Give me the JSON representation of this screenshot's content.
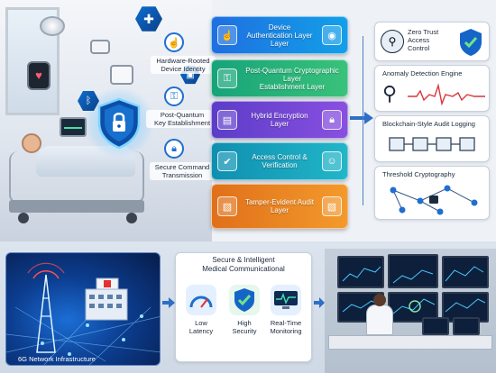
{
  "left_labels": {
    "hardware_rooted": "Hardware-Rooted\nDevice Identity",
    "pq_key": "Post-Quantum\nKey Establishment",
    "secure_command": "Secure Command\nTransmission"
  },
  "layers": [
    {
      "title": "Device\nAuthentication Layer\nLayer",
      "color": "#1f6fe0",
      "color2": "#12a0e8",
      "icon": "fingerprint-icon"
    },
    {
      "title": "Post-Quantum Cryptographic\nLayer\nEstablishment Layer",
      "color": "#17a37a",
      "color2": "#39c27a",
      "icon": "key-icon"
    },
    {
      "title": "Hybrid Encryption\nLayer",
      "color": "#5b3dc8",
      "color2": "#8a4fe0",
      "icon": "lock-icon"
    },
    {
      "title": "Access Control &\nVerification",
      "color": "#0f8fb0",
      "color2": "#22b6c9",
      "icon": "shield-check-icon"
    },
    {
      "title": "Tamper-Evident Audit Layer",
      "color": "#e0701a",
      "color2": "#f39a2c",
      "icon": "cube-icon"
    }
  ],
  "right_cards": [
    {
      "title": "Zero Trust\nAccess\nControl",
      "icon": "zero-trust-icon"
    },
    {
      "title": "Anomaly Detection Engine",
      "icon": "magnifier-icon"
    },
    {
      "title": "Blockchain-Style Audit Logging",
      "icon": "blockchain-icon"
    },
    {
      "title": "Threshold Cryptography",
      "icon": "threshold-network-icon"
    }
  ],
  "bottom": {
    "network_caption": "6G Network Infrastructure",
    "mid_title": "Secure & Intelligent\nMedical Communicational",
    "metrics": [
      {
        "label": "Low\nLatency",
        "icon": "speedometer-icon"
      },
      {
        "label": "High\nSecurity",
        "icon": "shield-check-icon"
      },
      {
        "label": "Real-Time\nMonitoring",
        "icon": "monitor-pulse-icon"
      }
    ]
  },
  "colors": {
    "accent_blue": "#1f6fd0",
    "shield_cyan": "#5bc8ff",
    "arrow_blue": "#2f6fc6"
  }
}
